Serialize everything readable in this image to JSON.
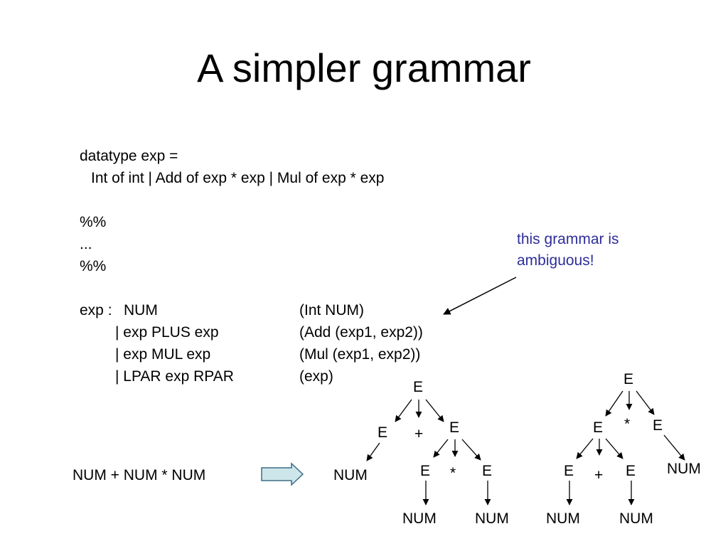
{
  "title": "A simpler grammar",
  "code": {
    "datatype_line1": "datatype exp =",
    "datatype_line2": "Int of int | Add of exp * exp | Mul of exp * exp",
    "sep1": "%%",
    "ellipsis": "...",
    "sep2": "%%",
    "rules": [
      {
        "lhs": "exp :",
        "production": "NUM",
        "action": "(Int NUM)"
      },
      {
        "lhs": "",
        "production": "| exp PLUS exp",
        "action": "(Add (exp1, exp2))"
      },
      {
        "lhs": "",
        "production": "| exp MUL exp",
        "action": "(Mul (exp1, exp2))"
      },
      {
        "lhs": "",
        "production": "| LPAR exp RPAR",
        "action": "(exp)"
      }
    ]
  },
  "note": {
    "line1": "this grammar is",
    "line2": "ambiguous!",
    "color": "#2e2e9a"
  },
  "input_expression": "NUM + NUM * NUM",
  "right_arrow_color": "#cde6ea",
  "tree1": {
    "root": "E",
    "left": "E",
    "op": "+",
    "right": "E",
    "left_leaf": "NUM",
    "right_left": "E",
    "right_op": "*",
    "right_right": "E",
    "leaf_a": "NUM",
    "leaf_b": "NUM"
  },
  "tree2": {
    "root": "E",
    "left": "E",
    "op": "*",
    "right": "E",
    "right_leaf": "NUM",
    "left_left": "E",
    "left_op": "+",
    "left_right": "E",
    "leaf_a": "NUM",
    "leaf_b": "NUM"
  }
}
